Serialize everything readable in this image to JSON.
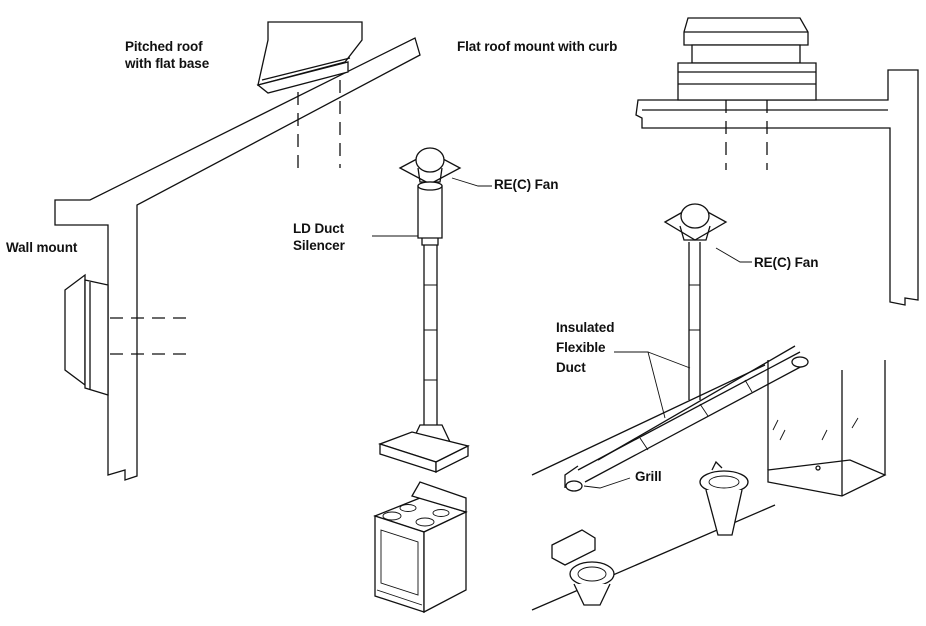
{
  "labels": {
    "pitched_roof_line1": "Pitched roof",
    "pitched_roof_line2": "with flat base",
    "flat_roof": "Flat roof mount with curb",
    "wall_mount": "Wall mount",
    "rec_fan_left": "RE(C) Fan",
    "ld_duct_line1": "LD Duct",
    "ld_duct_line2": "Silencer",
    "rec_fan_right": "RE(C) Fan",
    "insulated_line1": "Insulated",
    "insulated_line2": "Flexible",
    "insulated_line3": "Duct",
    "grill": "Grill"
  },
  "colors": {
    "line": "#111111",
    "background": "#ffffff"
  }
}
